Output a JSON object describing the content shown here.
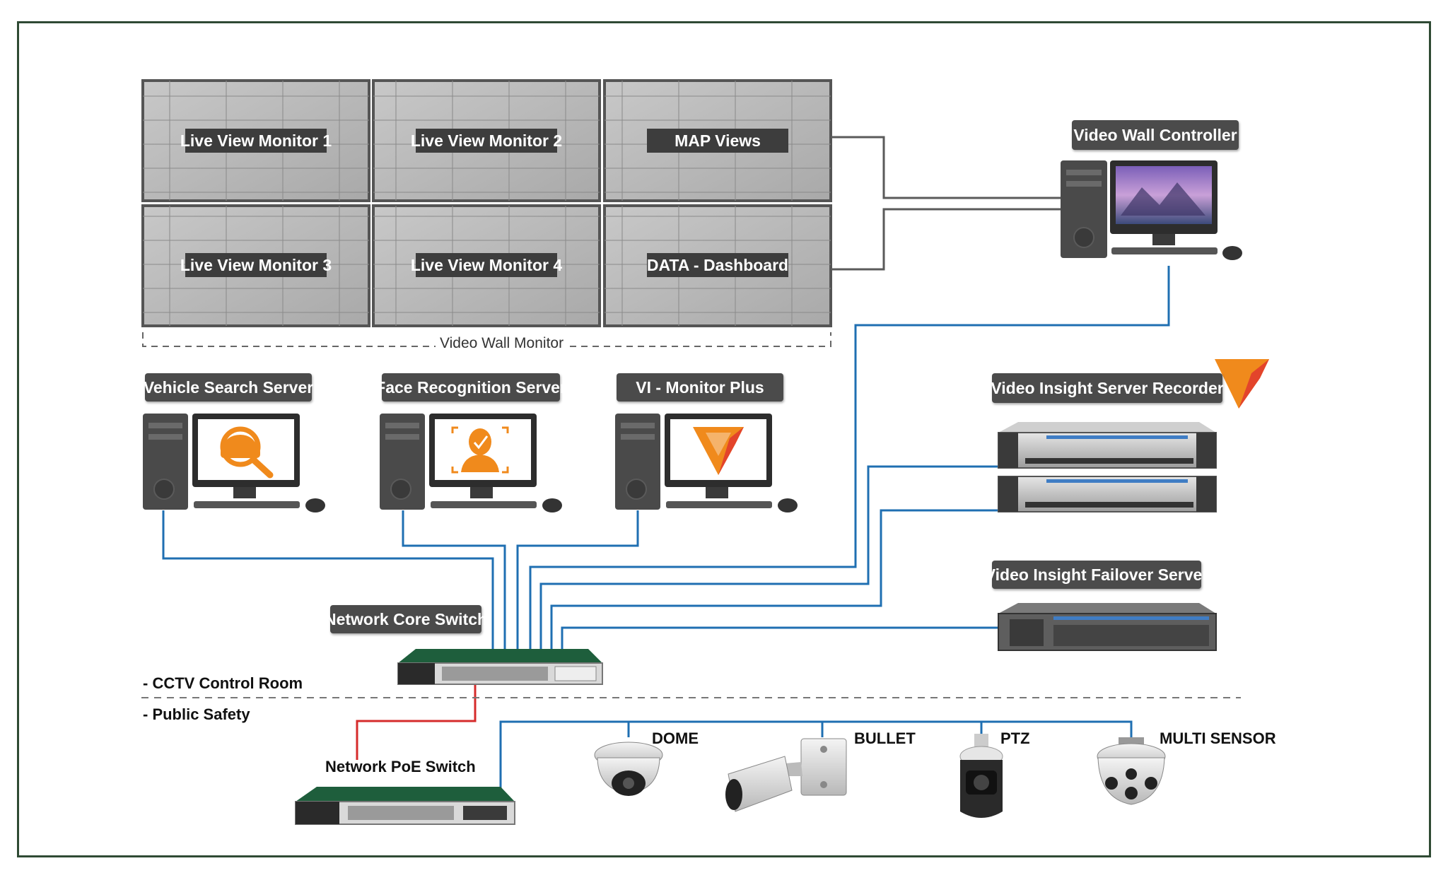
{
  "video_wall": {
    "monitors": [
      "Live View Monitor 1",
      "Live View Monitor 2",
      "MAP Views",
      "Live View Monitor 3",
      "Live View Monitor 4",
      "DATA - Dashboard"
    ],
    "caption": "Video Wall Monitor"
  },
  "labels": {
    "video_wall_controller": "Video Wall Controller",
    "vehicle_search_server": "Vehicle Search Server",
    "face_recognition_server": "Face Recognition Server",
    "vi_monitor_plus": "VI - Monitor Plus",
    "server_recorder": "Video Insight Server Recorder",
    "failover_server": "Video Insight Failover Server",
    "network_core_switch": "Network Core Switch",
    "network_poe_switch": "Network PoE Switch"
  },
  "zones": {
    "control_room": "- CCTV Control Room",
    "public_safety": "- Public Safety"
  },
  "cameras": {
    "dome": "DOME",
    "bullet": "BULLET",
    "ptz": "PTZ",
    "multi_sensor": "MULTI SENSOR"
  },
  "icons": {
    "vehicle_search": "car-magnifier-icon",
    "face_recognition": "face-check-icon",
    "vi_logo": "video-insight-logo-icon"
  },
  "colors": {
    "network_line": "#1f6fb2",
    "poe_link": "#d62b2b",
    "frame": "#2f4a34",
    "accent_orange": "#f08a1c",
    "switch_green": "#1e5e3c"
  }
}
